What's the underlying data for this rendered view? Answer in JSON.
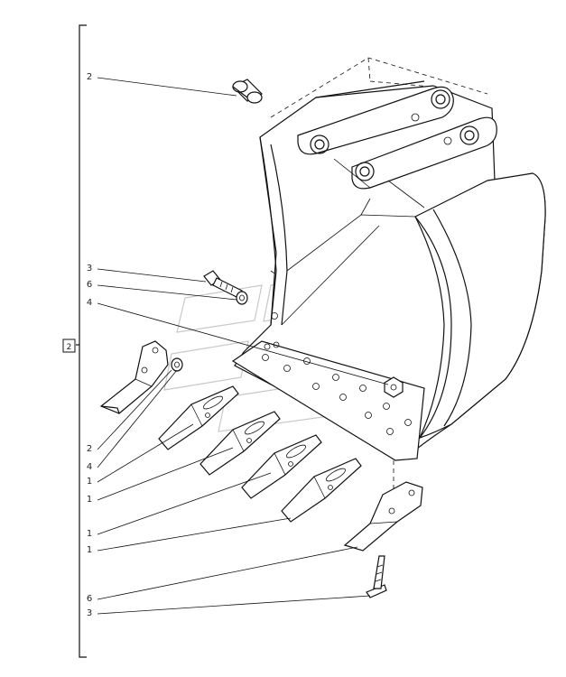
{
  "diagram": {
    "group_label": "2",
    "callouts": [
      {
        "id": "c-2-top",
        "text": "2"
      },
      {
        "id": "c-3-mid",
        "text": "3"
      },
      {
        "id": "c-6-mid",
        "text": "6"
      },
      {
        "id": "c-4-mid",
        "text": "4"
      },
      {
        "id": "c-2-low",
        "text": "2"
      },
      {
        "id": "c-4-low",
        "text": "4"
      },
      {
        "id": "c-1-a",
        "text": "1"
      },
      {
        "id": "c-1-b",
        "text": "1"
      },
      {
        "id": "c-1-c",
        "text": "1"
      },
      {
        "id": "c-1-d",
        "text": "1"
      },
      {
        "id": "c-6-bot",
        "text": "6"
      },
      {
        "id": "c-3-bot",
        "text": "3"
      }
    ]
  }
}
